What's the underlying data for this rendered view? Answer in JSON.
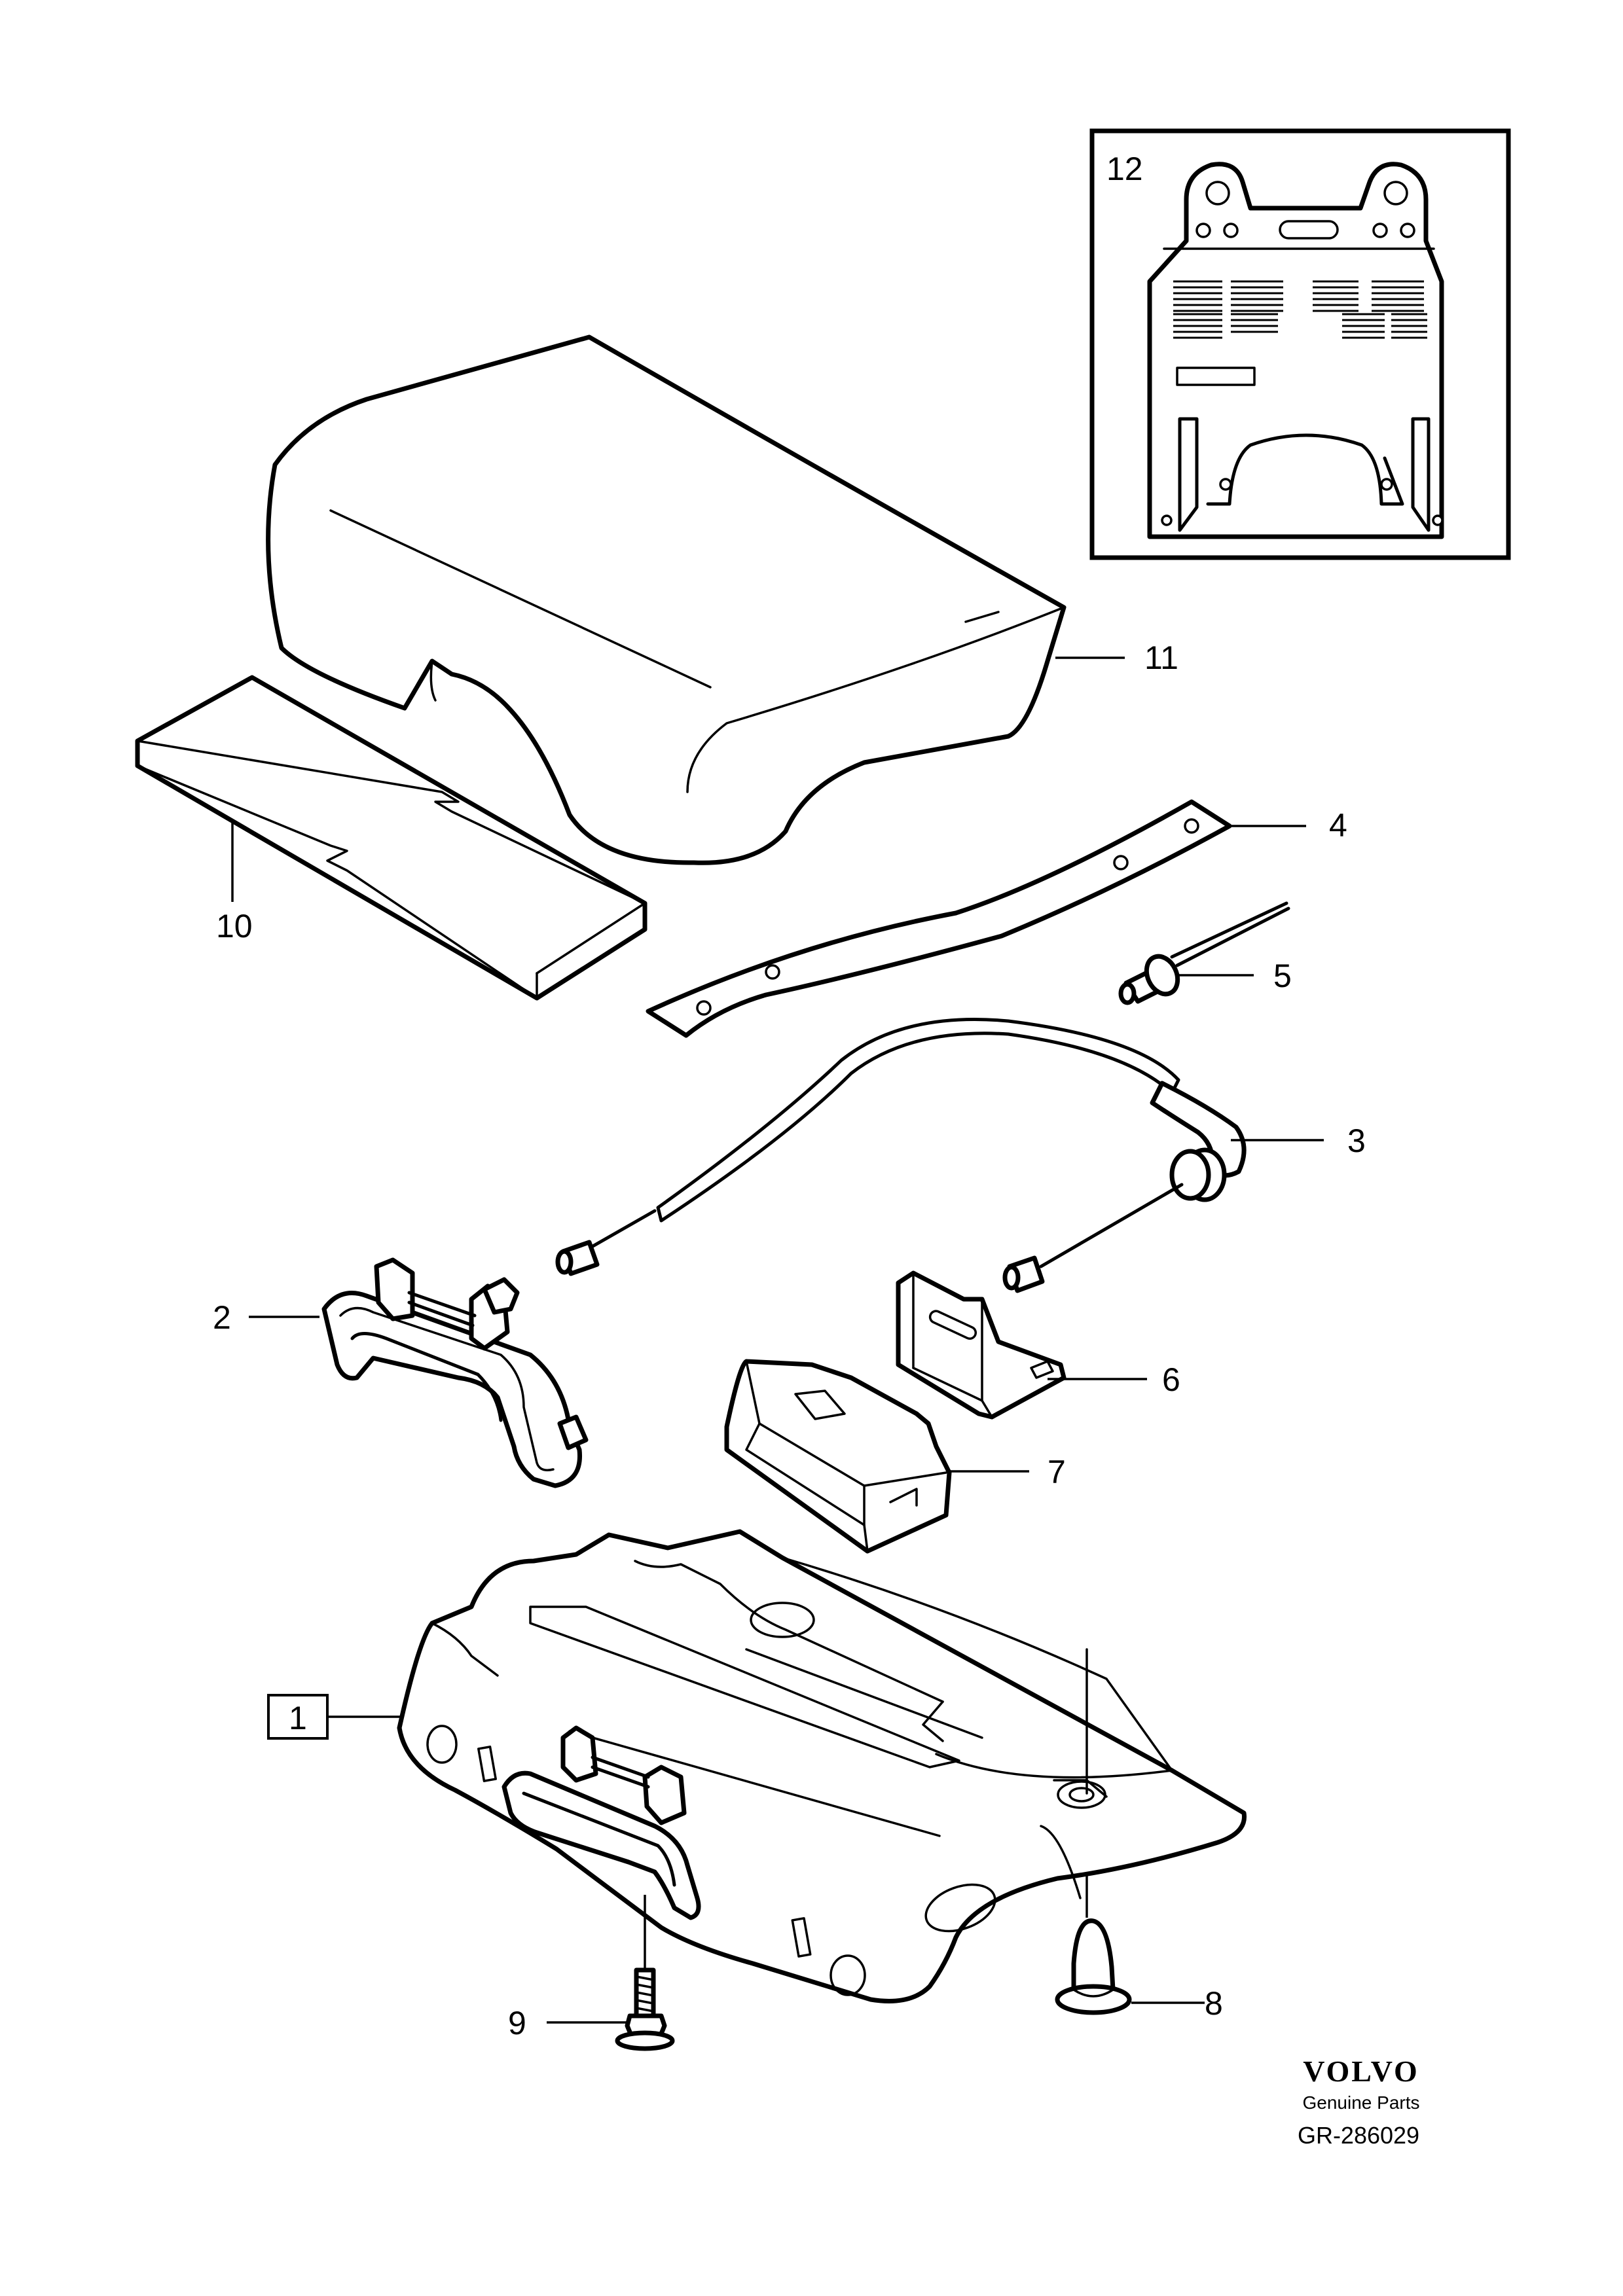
{
  "callouts": {
    "c1": "1",
    "c2": "2",
    "c3": "3",
    "c4": "4",
    "c5": "5",
    "c6": "6",
    "c7": "7",
    "c8": "8",
    "c9": "9",
    "c10": "10",
    "c11": "11",
    "c12": "12"
  },
  "footer": {
    "brand": "VOLVO",
    "tagline": "Genuine Parts",
    "reference": "GR-286029"
  }
}
